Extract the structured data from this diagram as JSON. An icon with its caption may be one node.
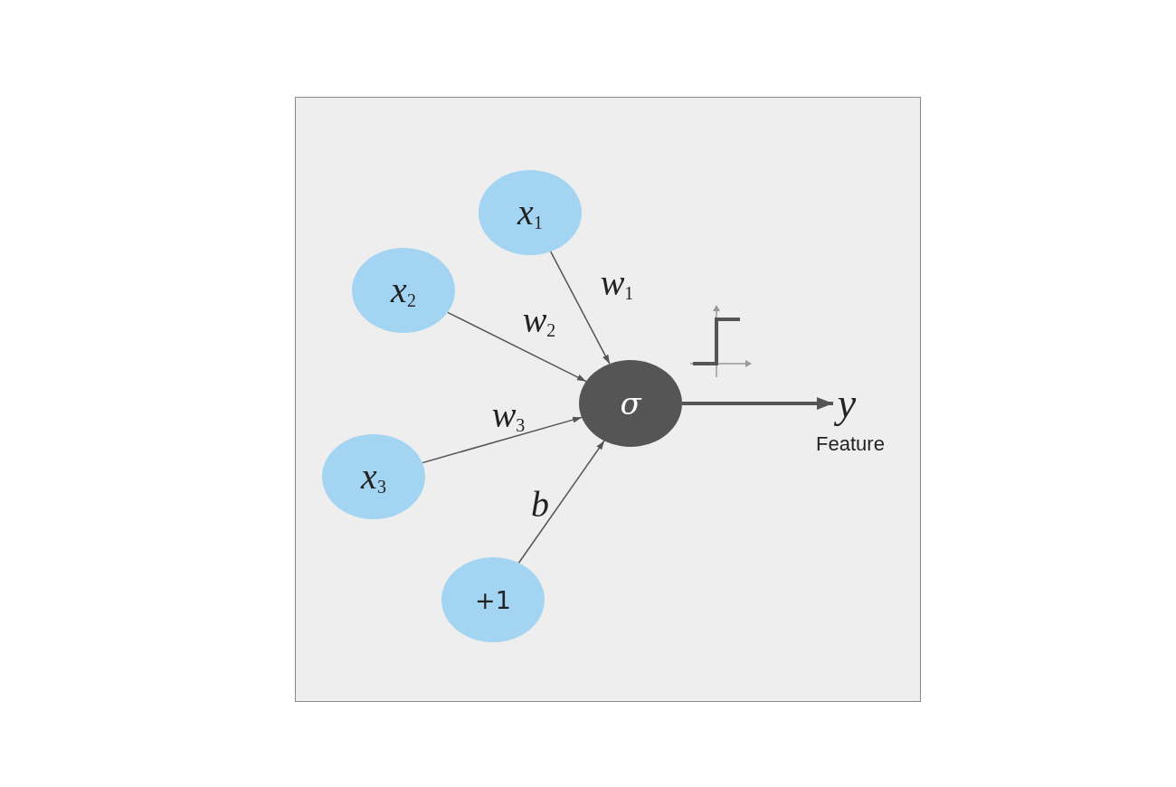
{
  "diagram": {
    "nodes": [
      {
        "text": [
          "x$_{1}$"
        ]
      },
      {
        "text": [
          "x$_{2}$"
        ]
      },
      {
        "text": [
          "x$_{3}$"
        ]
      },
      {
        "text": [
          "+1"
        ]
      },
      {
        "text": [
          "σ"
        ]
      },
      {
        "text": [
          "y"
        ],
        "beside": [
          "Feature"
        ]
      }
    ],
    "edges": [
      {
        "from": 0,
        "to": 4,
        "arrow": "to",
        "label": "w$_{1}$"
      },
      {
        "from": 1,
        "to": 4,
        "arrow": "to",
        "label": "w$_{2}$"
      },
      {
        "from": 2,
        "to": 4,
        "arrow": "to",
        "label": "w$_{3}$"
      },
      {
        "from": 3,
        "to": 4,
        "arrow": "to",
        "label": "b"
      },
      {
        "from": 4,
        "to": 5,
        "arrow": "to",
        "style": "thick"
      }
    ]
  }
}
